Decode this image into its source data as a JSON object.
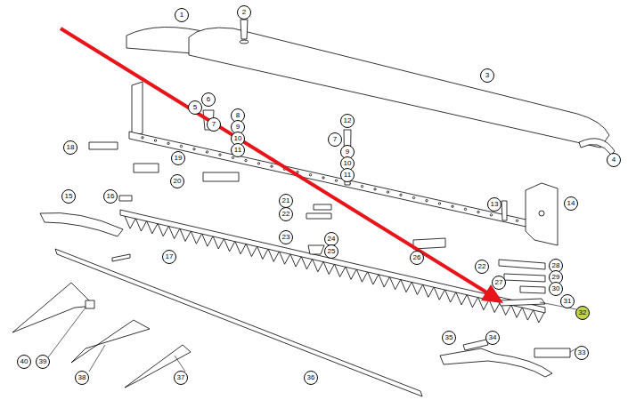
{
  "diagram": {
    "labels": [
      "1",
      "2",
      "3",
      "4",
      "5",
      "6",
      "7",
      "8",
      "9",
      "10",
      "11",
      "12",
      "7",
      "9",
      "10",
      "11",
      "13",
      "14",
      "15",
      "16",
      "17",
      "18",
      "19",
      "20",
      "21",
      "22",
      "23",
      "24",
      "25",
      "26",
      "22",
      "27",
      "28",
      "29",
      "30",
      "31",
      "32",
      "33",
      "34",
      "35",
      "36",
      "37",
      "38",
      "39",
      "40"
    ]
  }
}
